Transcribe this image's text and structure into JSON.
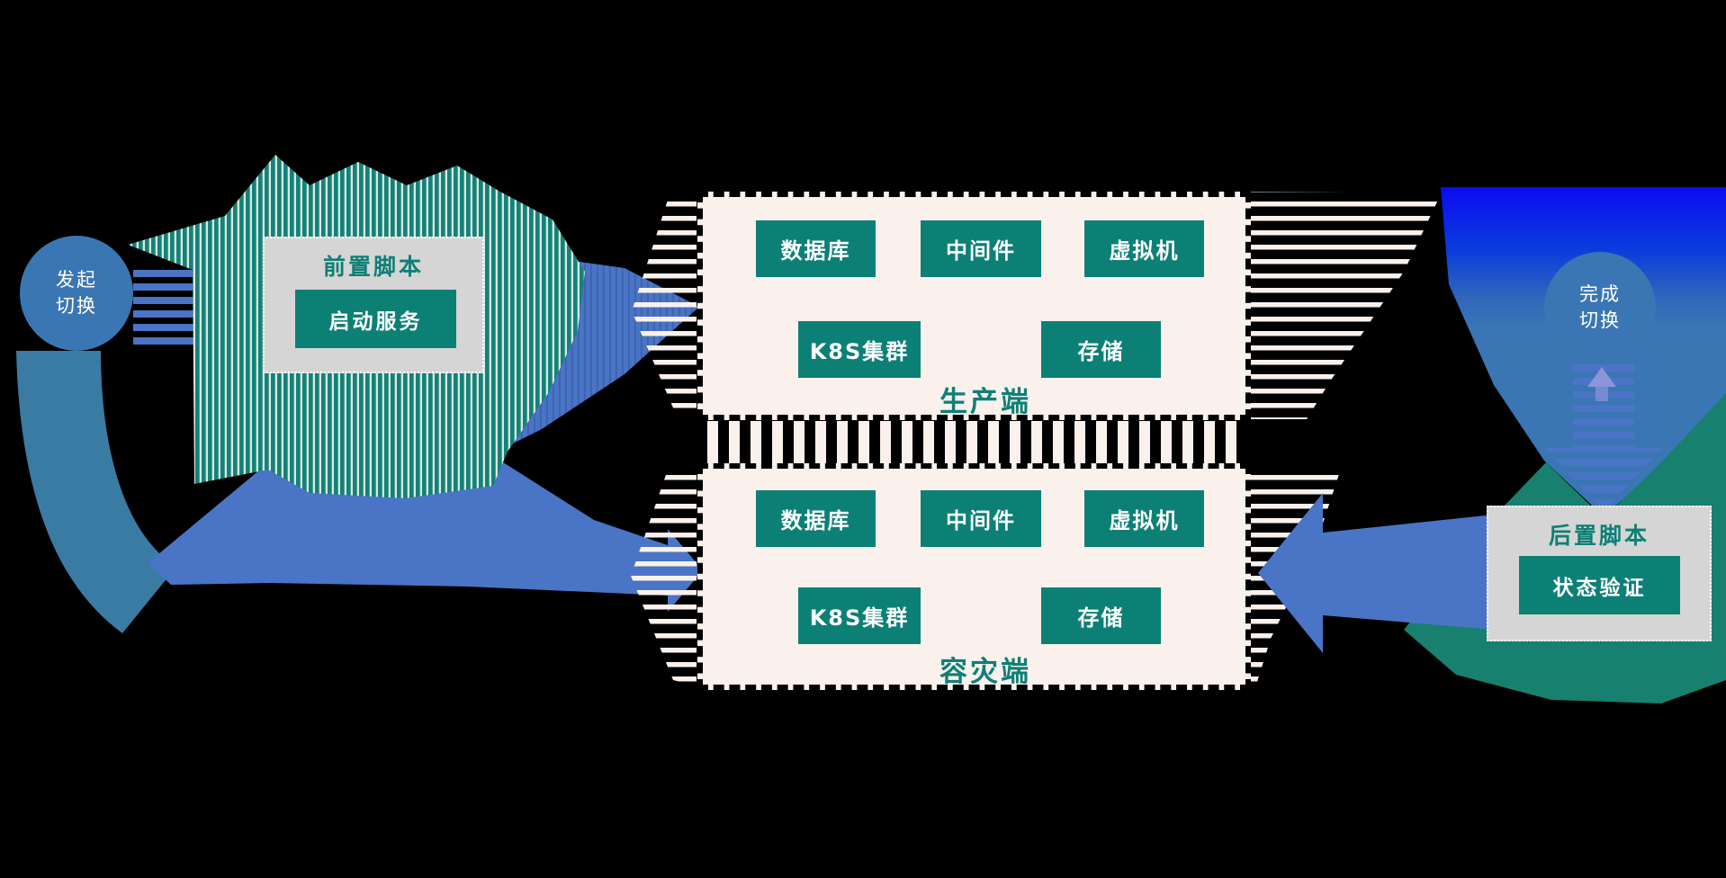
{
  "colors": {
    "teal_box": "#0d8076",
    "teal_shape": "#128379",
    "teal_right": "#17806f",
    "cream": "#faf1ec",
    "gray_box": "#d5d5d5",
    "slate_blue": "#4a74c5",
    "steel_blue": "#3a7ba4",
    "circle_blue": "#3b76b4",
    "vivid_blue": "#0a0af2",
    "lavender": "#9a9ade"
  },
  "left_flow": {
    "start_circle": {
      "line1": "发起",
      "line2": "切换"
    },
    "pre_script": {
      "title": "前置脚本",
      "action": "启动服务"
    }
  },
  "production_panel": {
    "label": "生产端",
    "nodes": [
      "数据库",
      "中间件",
      "虚拟机",
      "K8S集群",
      "存储"
    ]
  },
  "dr_panel": {
    "label": "容灾端",
    "nodes": [
      "数据库",
      "中间件",
      "虚拟机",
      "K8S集群",
      "存储"
    ]
  },
  "right_flow": {
    "finish_circle": {
      "line1": "完成",
      "line2": "切换"
    },
    "post_script": {
      "title": "后置脚本",
      "action": "状态验证"
    }
  }
}
